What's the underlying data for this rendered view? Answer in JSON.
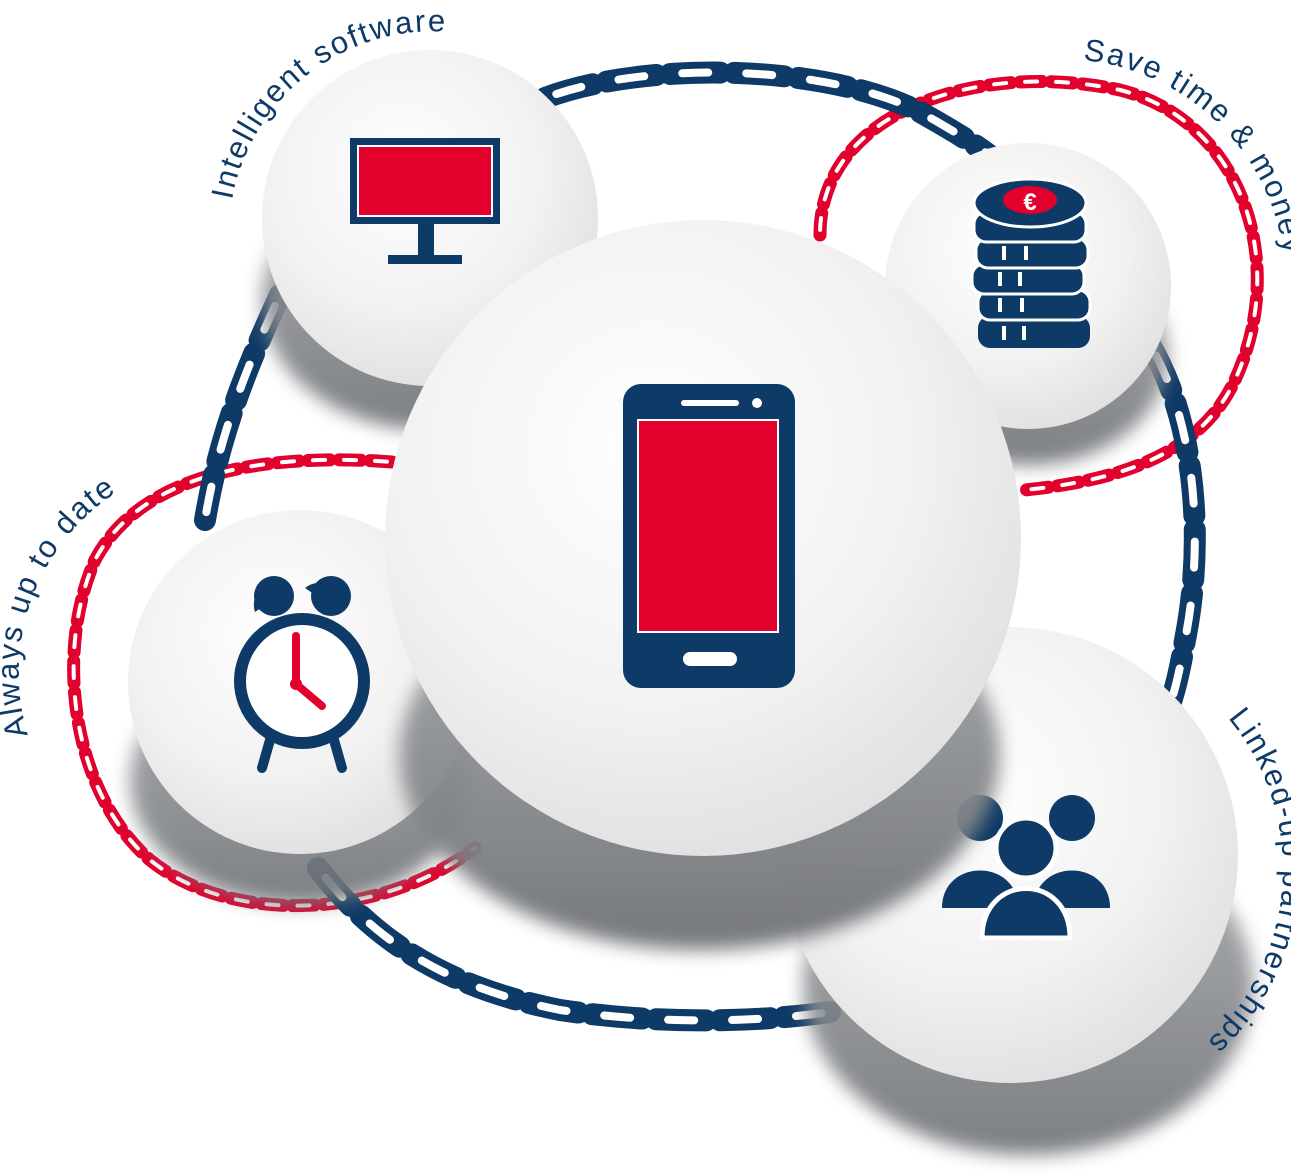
{
  "labels": {
    "software": "Intelligent software",
    "savings": "Save time & money",
    "updates": "Always up to date",
    "partners": "Linked-up partnerships"
  },
  "icons": {
    "center": "smartphone-icon",
    "software": "monitor-icon",
    "savings": "euro-coin-stack-icon",
    "updates": "alarm-clock-icon",
    "partners": "people-group-icon",
    "connectors": "chain-icon"
  },
  "colors": {
    "navy": "#0d3a66",
    "red": "#e2002d",
    "disc": "#f1f1f1",
    "shadow": "#8f9296"
  }
}
